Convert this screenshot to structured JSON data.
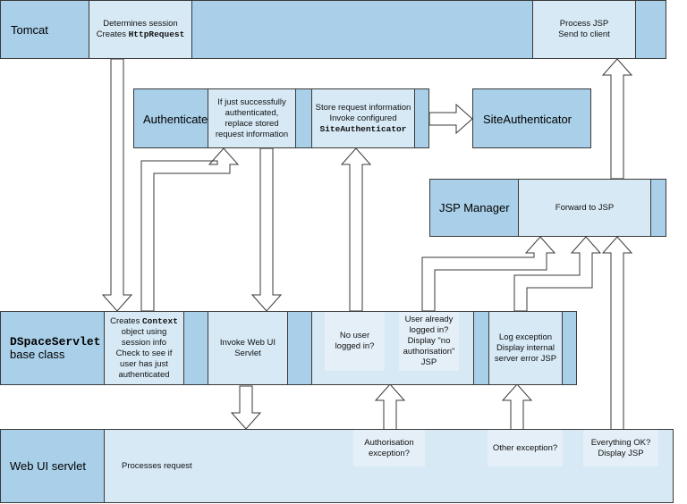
{
  "tomcat": {
    "title": "Tomcat",
    "step1_line1": "Determines session",
    "step1_line2_prefix": "Creates ",
    "step1_line2_code": "HttpRequest",
    "step2_line1": "Process JSP",
    "step2_line2": "Send to client"
  },
  "authenticate": {
    "title": "Authenticate",
    "step1_line1": "If just successfully",
    "step1_line2": "authenticated,",
    "step1_line3": "replace stored",
    "step1_line4": "request information",
    "step2_line1": "Store request information",
    "step2_line2": "Invoke configured",
    "step2_line3_code": "SiteAuthenticator"
  },
  "site_authenticator": {
    "title": "SiteAuthenticator"
  },
  "jsp_manager": {
    "title": "JSP Manager",
    "step": "Forward to JSP"
  },
  "dspace_servlet": {
    "title_code": "DSpaceServlet",
    "title_line2": "base class",
    "step1_line1_prefix": "Creates ",
    "step1_line1_code": "Context",
    "step1_line2": "object using",
    "step1_line3": "session info",
    "step1_line4": "Check to see if",
    "step1_line5": "user has just",
    "step1_line6": "authenticated",
    "step2_line1": "Invoke Web UI",
    "step2_line2": "Servlet",
    "no_user_line1": "No user",
    "no_user_line2": "logged in?",
    "user_logged_line1": "User already",
    "user_logged_line2": "logged in?",
    "user_logged_line3": "Display \"no",
    "user_logged_line4": "authorisation\"",
    "user_logged_line5": "JSP",
    "log_line1": "Log exception",
    "log_line2": "Display internal",
    "log_line3": "server error JSP"
  },
  "web_ui": {
    "title": "Web UI servlet",
    "processes": "Processes request",
    "auth_exc_line1": "Authorisation",
    "auth_exc_line2": "exception?",
    "other_exc": "Other exception?",
    "ok_line1": "Everything OK?",
    "ok_line2": "Display JSP"
  }
}
